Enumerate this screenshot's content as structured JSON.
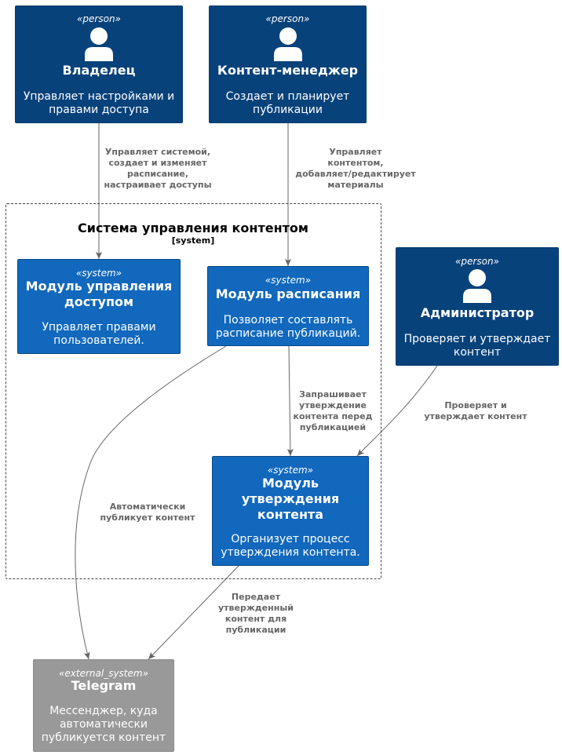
{
  "persons": {
    "owner": {
      "stereotype": "«person»",
      "name": "Владелец",
      "description": "Управляет настройками и правами доступа"
    },
    "content_manager": {
      "stereotype": "«person»",
      "name": "Контент-менеджер",
      "description": "Создает и планирует публикации"
    },
    "admin": {
      "stereotype": "«person»",
      "name": "Администратор",
      "description": "Проверяет и утверждает контент"
    }
  },
  "boundary": {
    "title": "Система управления контентом",
    "tag": "[system]"
  },
  "systems": {
    "access": {
      "stereotype": "«system»",
      "name": "Модуль управления доступом",
      "description": "Управляет правами пользователей."
    },
    "schedule": {
      "stereotype": "«system»",
      "name": "Модуль расписания",
      "description": "Позволяет составлять расписание публикаций."
    },
    "approval": {
      "stereotype": "«system»",
      "name": "Модуль утверждения контента",
      "description": "Организует процесс утверждения контента."
    }
  },
  "external": {
    "telegram": {
      "stereotype": "«external_system»",
      "name": "Telegram",
      "description": "Мессенджер, куда автоматически публикуется контент"
    }
  },
  "relations": {
    "owner_access": "Управляет системой,\nсоздает и изменяет\nрасписание,\nнастраивает доступы",
    "cm_schedule": "Управляет\nконтентом,\nдобавляет/редактирует\nматериалы",
    "schedule_approval": "Запрашивает\nутверждение\nконтента перед\nпубликацией",
    "admin_approval": "Проверяет и\nутверждает контент",
    "schedule_telegram": "Автоматически\nпубликует контент",
    "approval_telegram": "Передает\nутвержденный\nконтент для\nпубликации"
  },
  "colors": {
    "person": "#08427b",
    "system": "#1168bd",
    "external_system": "#999999",
    "edge": "#666666"
  }
}
